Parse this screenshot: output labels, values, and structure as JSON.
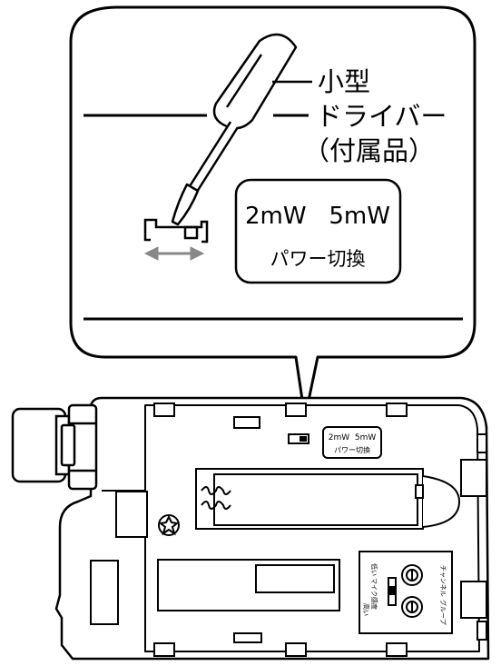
{
  "callout": {
    "screwdriver_label": [
      "小型",
      "ドライバー",
      "（付属品）"
    ],
    "switch_values": "2mW   5mW",
    "switch_caption": "パワー切換"
  },
  "device": {
    "switch_values": "2mW  5mW",
    "switch_caption": "パワー切換",
    "label_sensitivity": "マイク感度",
    "label_high": "高い",
    "label_low": "低い",
    "label_channel": "チャンネル",
    "label_group": "グループ"
  }
}
